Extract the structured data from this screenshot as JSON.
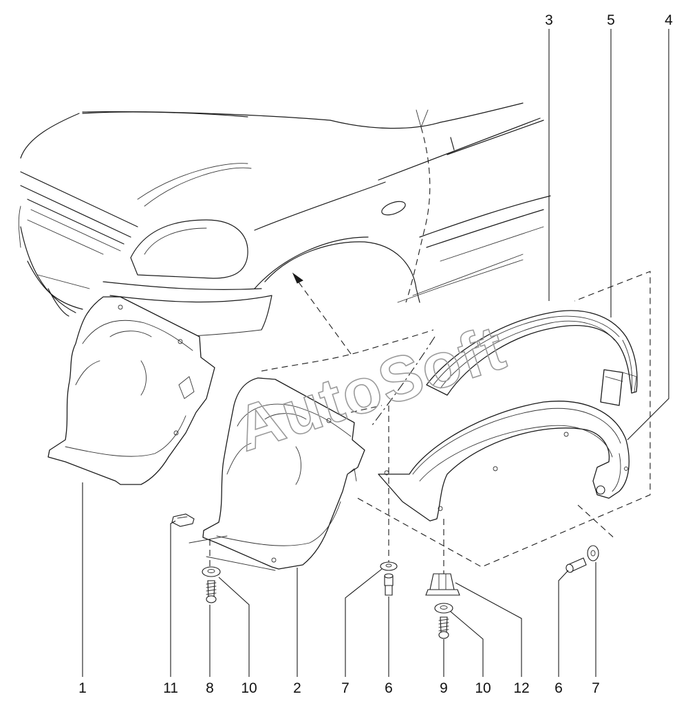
{
  "watermark": "AutoSoft",
  "callouts": {
    "top_3": "3",
    "top_5": "5",
    "top_4": "4",
    "b_1": "1",
    "b_11": "11",
    "b_8": "8",
    "b_10a": "10",
    "b_2": "2",
    "b_7a": "7",
    "b_6a": "6",
    "b_9": "9",
    "b_10b": "10",
    "b_12": "12",
    "b_6b": "6",
    "b_7b": "7"
  },
  "icons": {
    "direction_arrow": "dashed-arrow-icon"
  }
}
